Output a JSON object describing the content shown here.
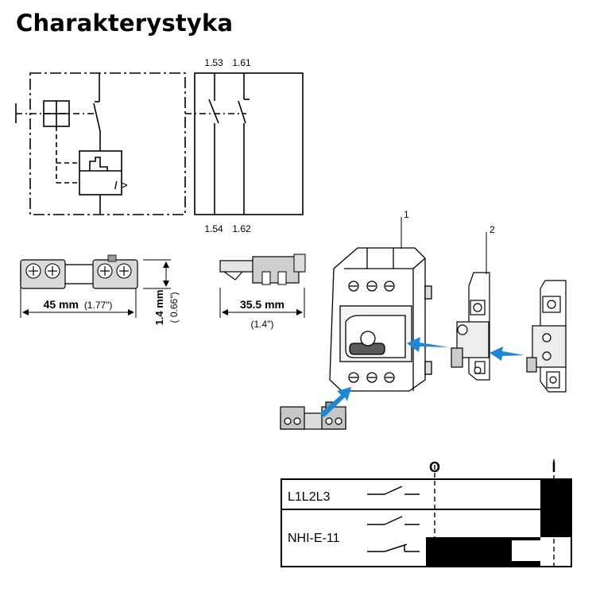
{
  "title": "Charakterystyka",
  "schematic": {
    "contact_top": [
      "1.53",
      "1.61"
    ],
    "contact_bottom": [
      "1.54",
      "1.62"
    ],
    "trip_symbol": "I >"
  },
  "dimensions": {
    "width_a": "45 mm",
    "width_a_in": "(1.77\")",
    "height": "1.4 mm",
    "height_in": "( 0.66\")",
    "width_b": "35.5 mm",
    "width_b_in": "(1.4\")"
  },
  "assembly": {
    "callout_1": "1",
    "callout_2": "2"
  },
  "switch_chart": {
    "pos_off": "O",
    "pos_on": "I",
    "rows": [
      {
        "label": "L1L2L3"
      },
      {
        "label": "NHI-E-11"
      }
    ]
  }
}
